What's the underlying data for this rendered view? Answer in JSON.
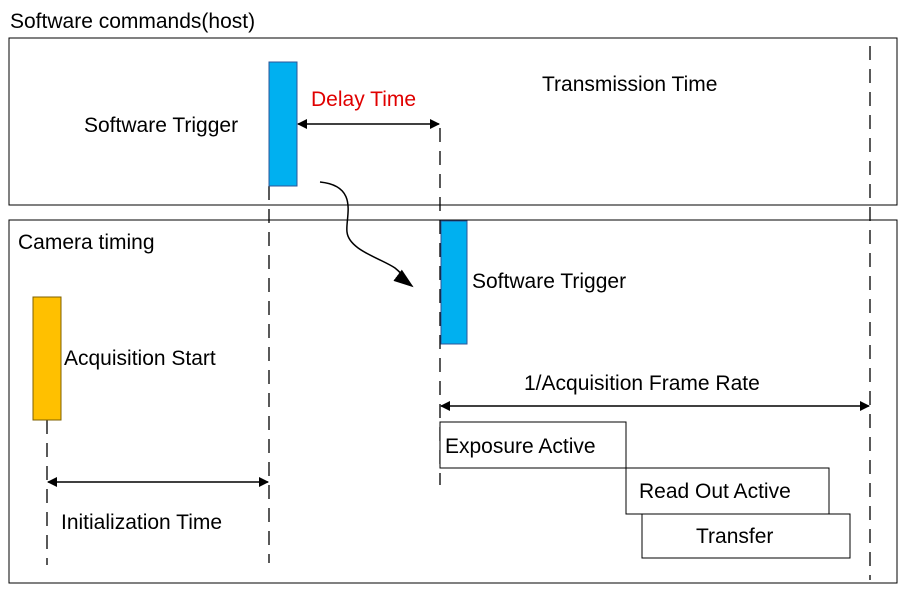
{
  "host": {
    "title": "Software commands(host)",
    "software_trigger": "Software Trigger",
    "delay_time": "Delay Time",
    "transmission_time": "Transmission Time"
  },
  "camera": {
    "title": "Camera timing",
    "software_trigger": "Software Trigger",
    "acquisition_start": "Acquisition Start",
    "frame_period": "1/Acquisition Frame Rate",
    "initialization_time": "Initialization Time",
    "exposure_active": "Exposure Active",
    "read_out_active": "Read Out Active",
    "transfer": "Transfer"
  },
  "colors": {
    "trigger_blue": "#00b0f0",
    "acquisition_orange": "#ffc000",
    "delay_red": "#e00000",
    "line": "#000000"
  }
}
